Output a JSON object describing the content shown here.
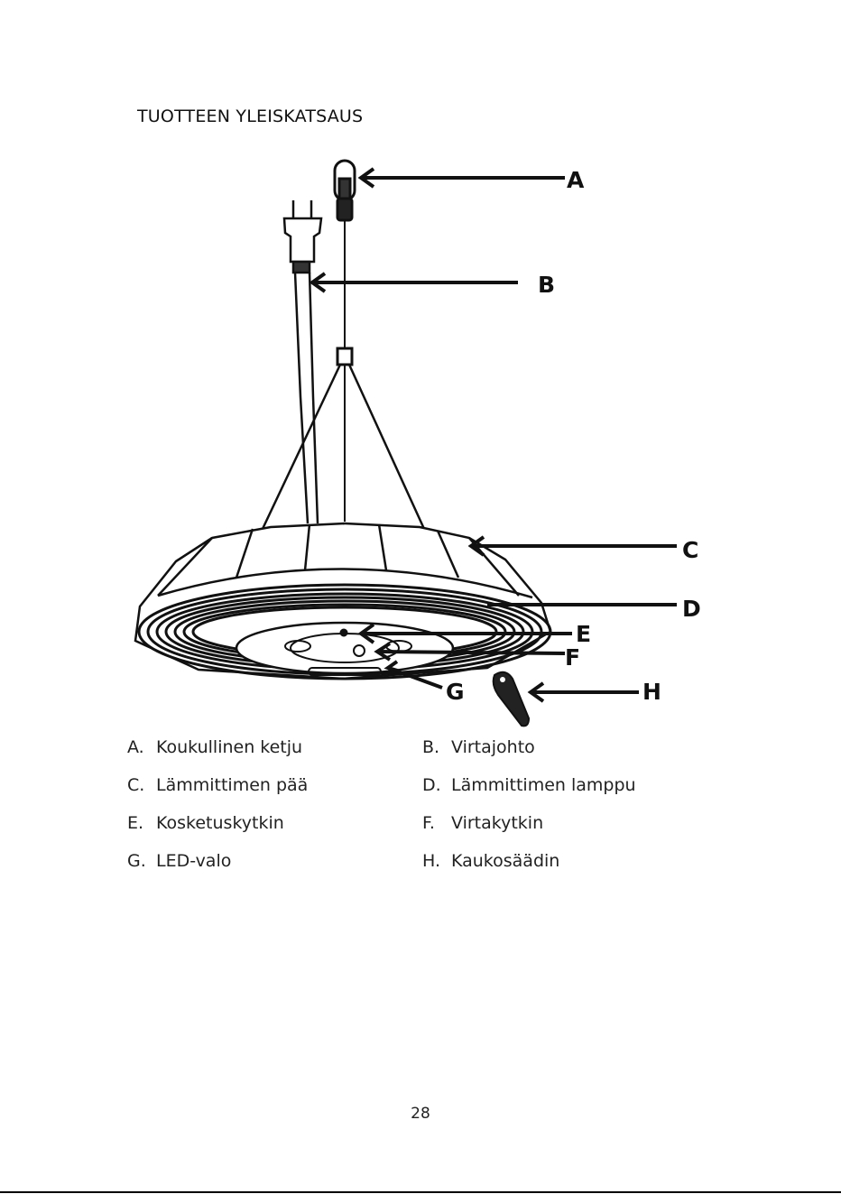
{
  "header": {
    "title": "TUOTTEEN YLEISKATSAUS"
  },
  "diagram": {
    "callouts": [
      "A",
      "B",
      "C",
      "D",
      "E",
      "F",
      "G",
      "H"
    ]
  },
  "legend": [
    {
      "letter": "A.",
      "text": "Koukullinen ketju"
    },
    {
      "letter": "B.",
      "text": "Virtajohto"
    },
    {
      "letter": "C.",
      "text": "Lämmittimen pää"
    },
    {
      "letter": "D.",
      "text": "Lämmittimen lamppu"
    },
    {
      "letter": "E.",
      "text": "Kosketuskytkin"
    },
    {
      "letter": "F.",
      "text": "Virtakytkin"
    },
    {
      "letter": "G.",
      "text": "LED-valo"
    },
    {
      "letter": "H.",
      "text": "Kaukosäädin"
    }
  ],
  "footer": {
    "page_number": "28"
  }
}
